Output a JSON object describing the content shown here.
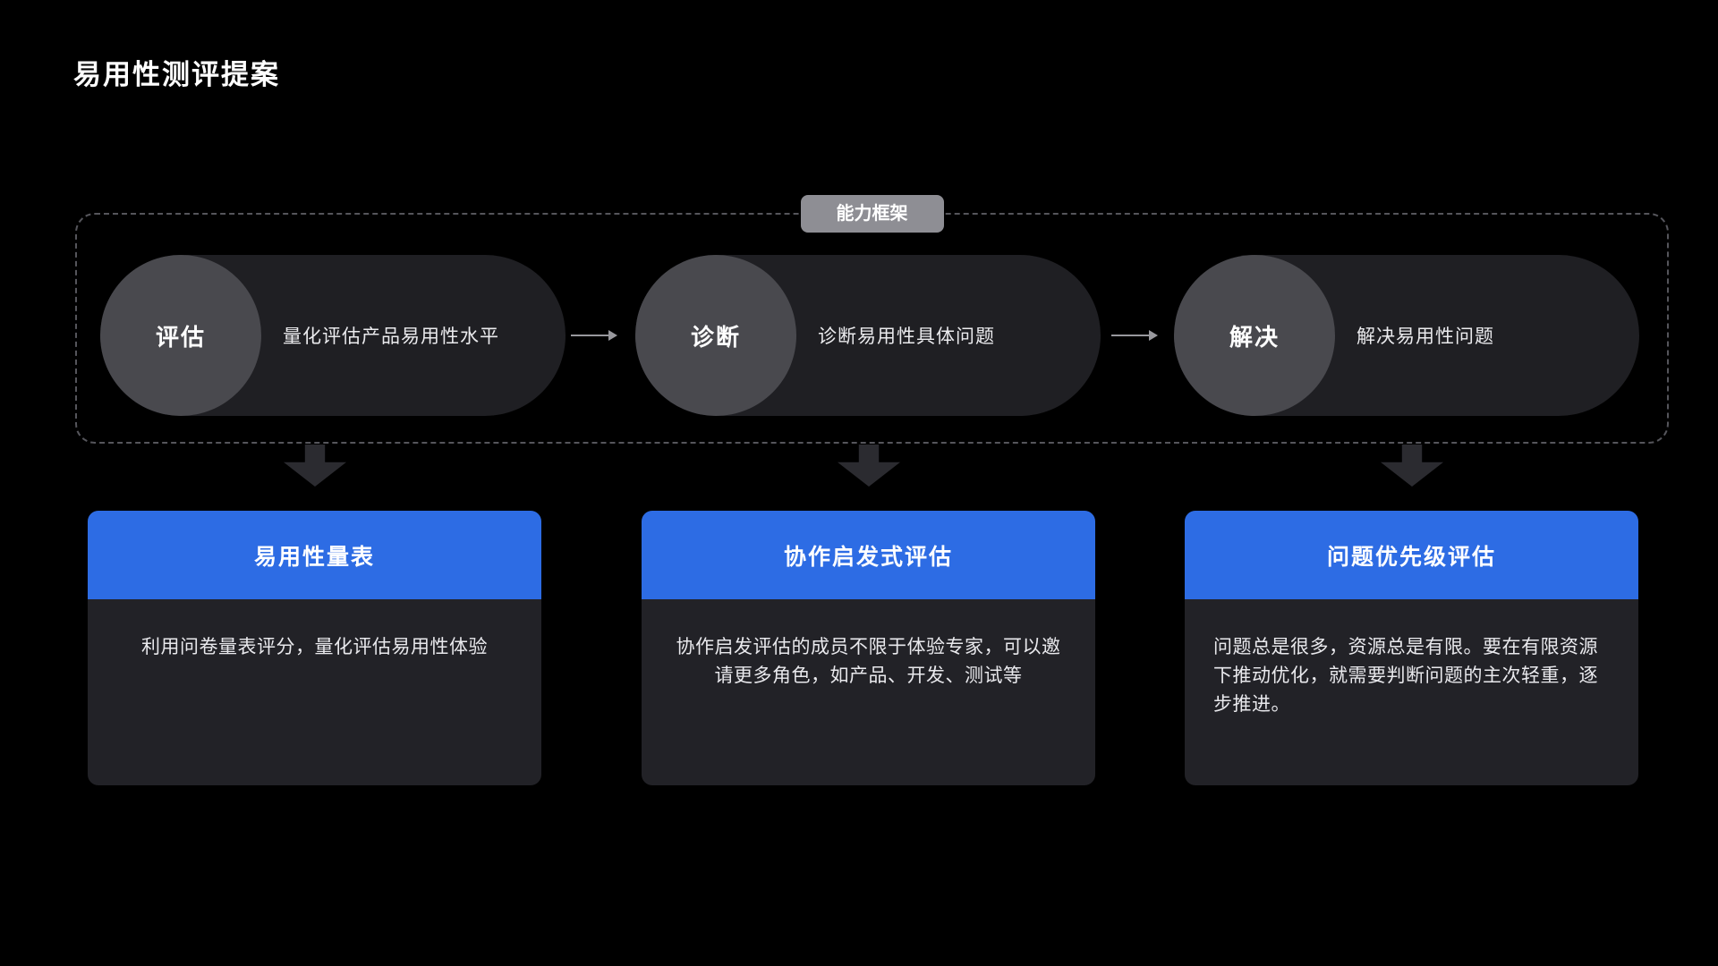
{
  "page": {
    "title": "易用性测评提案"
  },
  "framework": {
    "badge": "能力框架",
    "steps": [
      {
        "label": "评估",
        "desc": "量化评估产品易用性水平"
      },
      {
        "label": "诊断",
        "desc": "诊断易用性具体问题"
      },
      {
        "label": "解决",
        "desc": "解决易用性问题"
      }
    ]
  },
  "cards": [
    {
      "title": "易用性量表",
      "body": "利用问卷量表评分，量化评估易用性体验"
    },
    {
      "title": "协作启发式评估",
      "body": "协作启发评估的成员不限于体验专家，可以邀请更多角色，如产品、开发、测试等"
    },
    {
      "title": "问题优先级评估",
      "body": "问题总是很多，资源总是有限。要在有限资源下推动优化，就需要判断问题的主次轻重，逐步推进。"
    }
  ],
  "colors": {
    "background": "#000000",
    "card_header": "#2d6ce4",
    "pill_bg": "#1f1f23",
    "pill_circle": "#49494e",
    "badge_bg": "#8e8e94"
  }
}
